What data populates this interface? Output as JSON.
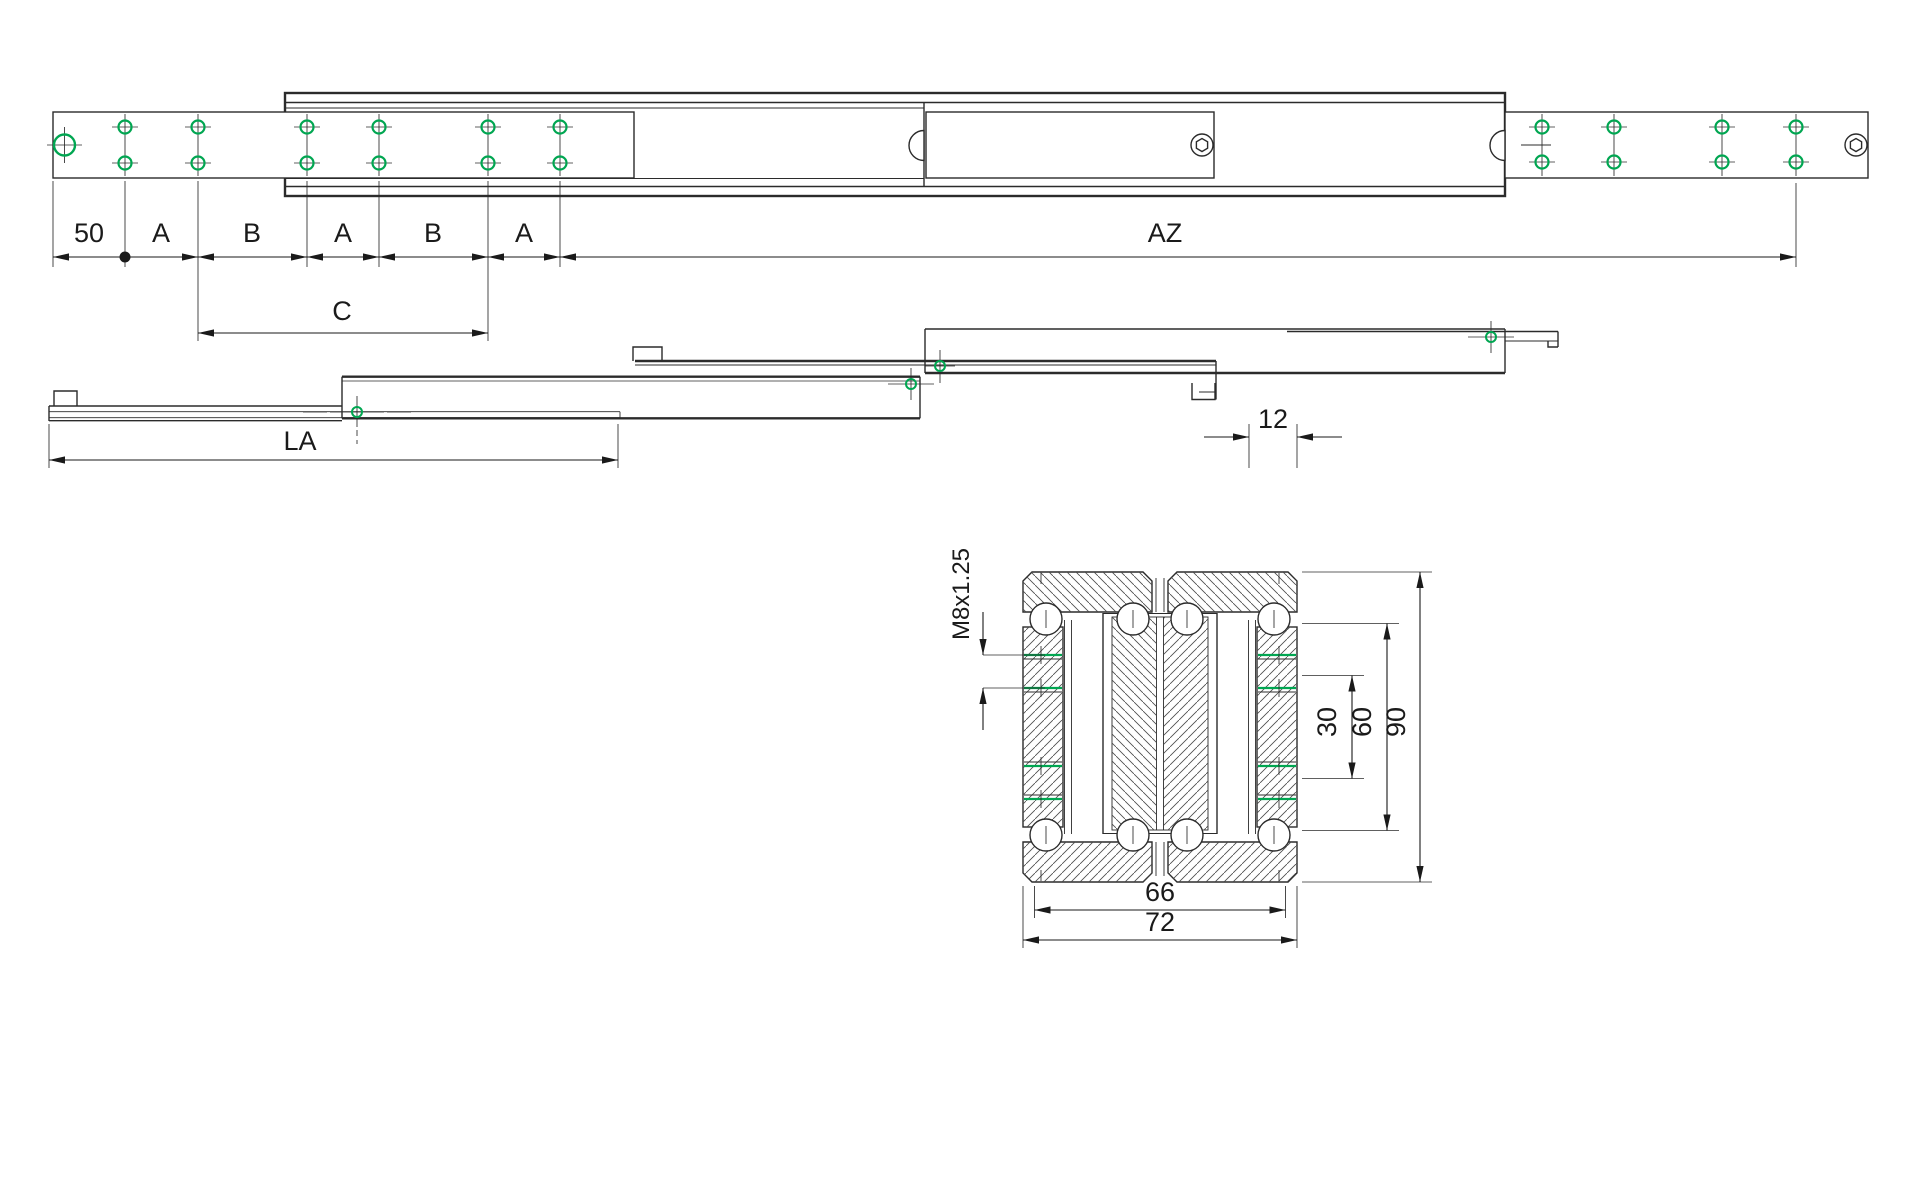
{
  "colors": {
    "line": "#2b2b2b",
    "text": "#1a1a1a",
    "accent_green": "#00a651",
    "hatch": "#4a4a4a",
    "background": "#ffffff"
  },
  "top_view": {
    "pitch_labels": [
      "50",
      "A",
      "B",
      "A",
      "B",
      "A"
    ],
    "extension_label": "AZ",
    "hole_span_label": "C"
  },
  "extended_view": {
    "length_label": "LA"
  },
  "cross_section": {
    "top_width": "12",
    "thread_spec": "M8x1.25",
    "inner_height": "30",
    "middle_height": "60",
    "overall_height": "90",
    "inner_width": "66",
    "overall_width": "72"
  }
}
